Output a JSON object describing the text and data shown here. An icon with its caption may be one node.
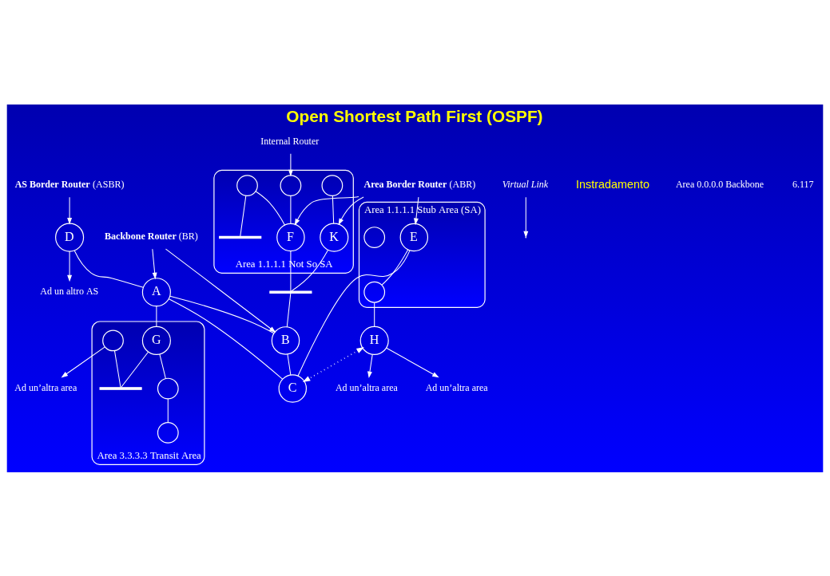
{
  "diagram": {
    "title": "Open Shortest Path First (OSPF)",
    "nodes": [
      {
        "text": [
          "Area 1.1.1.1 Not So SA"
        ]
      },
      {
        "text": [],
        "shape": "bar",
        "in": 0
      },
      {
        "text": [],
        "shape": "circle",
        "in": 0
      },
      {
        "text": [],
        "shape": "circle",
        "in": 0
      },
      {
        "text": [
          "F"
        ],
        "in": 0
      },
      {
        "text": [
          "K"
        ],
        "in": 0
      },
      {
        "text": [],
        "shape": "circle",
        "in": 0
      },
      {
        "text": [],
        "shape": "bar"
      },
      {
        "text": [
          "D"
        ]
      },
      {
        "text": [
          "B"
        ]
      },
      {
        "text": [
          "A"
        ]
      },
      {
        "text": [
          "C"
        ]
      },
      {
        "text": [
          "Area 3.3.3.3 Transit Area"
        ]
      },
      {
        "text": [
          "G"
        ],
        "in": 12
      },
      {
        "text": [],
        "shape": "circle",
        "in": 12
      },
      {
        "text": [],
        "shape": "circle",
        "in": 12
      },
      {
        "text": [],
        "shape": "bar",
        "in": 12
      },
      {
        "text": [],
        "shape": "circle",
        "in": 12
      },
      {
        "text": [
          "Area 1.1.1.1 Stub Area (SA)"
        ]
      },
      {
        "text": [
          "E"
        ],
        "in": 18
      },
      {
        "text": [],
        "shape": "circle",
        "in": 18
      },
      {
        "text": [],
        "shape": "circle",
        "in": 18
      },
      {
        "text": [
          "H"
        ]
      },
      {
        "text": [
          "Internal Router"
        ]
      },
      {
        "text": [
          "Ad un altro AS"
        ]
      },
      {
        "text": [
          "**AS Border Router** (ASBR)"
        ]
      },
      {
        "text": [
          "**Area Border Router** (ABR)"
        ]
      },
      {
        "text": [
          "**Backbone Router** (BR)"
        ]
      },
      {
        "text": [
          "Virtual Link"
        ]
      },
      {
        "text": [
          "Ad un’altra area"
        ]
      },
      {
        "text": [
          "Ad un’altra area"
        ]
      },
      {
        "text": [
          "Ad un’altra area"
        ]
      }
    ],
    "edges": [
      {
        "from": 2,
        "to": 1,
        "arrow": "none"
      },
      {
        "from": 2,
        "to": 4,
        "arrow": "none"
      },
      {
        "from": 3,
        "to": 4,
        "arrow": "none"
      },
      {
        "from": 6,
        "to": 5,
        "arrow": "none"
      },
      {
        "from": 4,
        "to": 7,
        "arrow": "none"
      },
      {
        "from": 5,
        "to": 7,
        "arrow": "none"
      },
      {
        "from": 7,
        "to": 9,
        "arrow": "none"
      },
      {
        "from": 8,
        "to": 10,
        "arrow": "none"
      },
      {
        "from": 10,
        "to": 9,
        "arrow": "none"
      },
      {
        "from": 9,
        "to": 11,
        "arrow": "none"
      },
      {
        "from": 10,
        "to": 11,
        "arrow": "none"
      },
      {
        "from": 10,
        "to": 13,
        "arrow": "none"
      },
      {
        "from": 11,
        "to": 19,
        "arrow": "none"
      },
      {
        "from": 13,
        "to": 14,
        "arrow": "none"
      },
      {
        "from": 14,
        "to": 15,
        "arrow": "none"
      },
      {
        "from": 13,
        "to": 16,
        "arrow": "none"
      },
      {
        "from": 17,
        "to": 16,
        "arrow": "none"
      },
      {
        "from": 19,
        "to": 21,
        "arrow": "none"
      },
      {
        "from": 21,
        "to": 22,
        "arrow": "none"
      },
      {
        "from": 22,
        "to": 11,
        "arrow": "both",
        "style": "dashed"
      },
      {
        "from": 8,
        "to": 24,
        "arrow": "to"
      },
      {
        "from": 17,
        "to": 29,
        "arrow": "to"
      },
      {
        "from": 22,
        "to": 30,
        "arrow": "to"
      },
      {
        "from": 22,
        "to": 31,
        "arrow": "to"
      },
      {
        "from": 23,
        "to": 3,
        "arrow": "to"
      },
      {
        "from": 25,
        "to": 8,
        "arrow": "to"
      },
      {
        "from": 26,
        "to": 4,
        "arrow": "to"
      },
      {
        "from": 26,
        "to": 5,
        "arrow": "to"
      },
      {
        "from": 26,
        "to": 19,
        "arrow": "to"
      },
      {
        "from": 27,
        "to": 10,
        "arrow": "to"
      },
      {
        "from": 27,
        "to": 9,
        "arrow": "to"
      },
      {
        "from": 28,
        "to": null,
        "arrow": "to"
      }
    ],
    "labels": [
      "Instradamento",
      "Area 0.0.0.0 Backbone",
      "6.117"
    ]
  }
}
